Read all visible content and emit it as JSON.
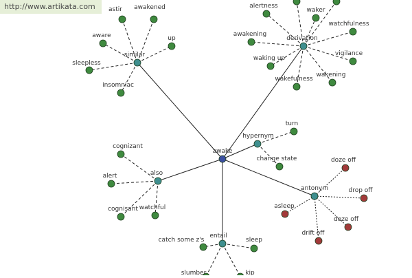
{
  "watermark": "http://www.artikata.com",
  "colors": {
    "center": "#3b4fa0",
    "relation": "#3f8f8f",
    "synonym": "#3f8a3f",
    "antonym": "#a23a3a",
    "edge": "#222222",
    "label": "#333333"
  },
  "graph": {
    "center": "awake",
    "relations": [
      {
        "id": "similar",
        "label": "similar",
        "words": [
          {
            "label": "astir"
          },
          {
            "label": "awakened"
          },
          {
            "label": "aware"
          },
          {
            "label": "up"
          },
          {
            "label": "sleepless"
          },
          {
            "label": "insomniac"
          }
        ]
      },
      {
        "id": "derivation",
        "label": "derivation",
        "words": [
          {
            "label": "alertness"
          },
          {
            "label": "waker"
          },
          {
            "label": "awakening"
          },
          {
            "label": "watchfulness"
          },
          {
            "label": "waking up"
          },
          {
            "label": "vigilance"
          },
          {
            "label": "wakefulness"
          },
          {
            "label": "wakening"
          },
          {
            "label": ""
          },
          {
            "label": ""
          }
        ]
      },
      {
        "id": "hypernym",
        "label": "hypernym",
        "words": [
          {
            "label": "turn"
          },
          {
            "label": "change state"
          }
        ]
      },
      {
        "id": "also",
        "label": "also",
        "words": [
          {
            "label": "cognizant"
          },
          {
            "label": "alert"
          },
          {
            "label": "cognisant"
          },
          {
            "label": "watchful"
          }
        ]
      },
      {
        "id": "antonym",
        "label": "antonym",
        "words": [
          {
            "label": "doze off"
          },
          {
            "label": "drop off"
          },
          {
            "label": "asleep"
          },
          {
            "label": "doze off"
          },
          {
            "label": "drift off"
          }
        ]
      },
      {
        "id": "entail",
        "label": "entail",
        "words": [
          {
            "label": "catch some z's"
          },
          {
            "label": "sleep"
          },
          {
            "label": "slumber"
          },
          {
            "label": "kip"
          }
        ]
      }
    ]
  }
}
